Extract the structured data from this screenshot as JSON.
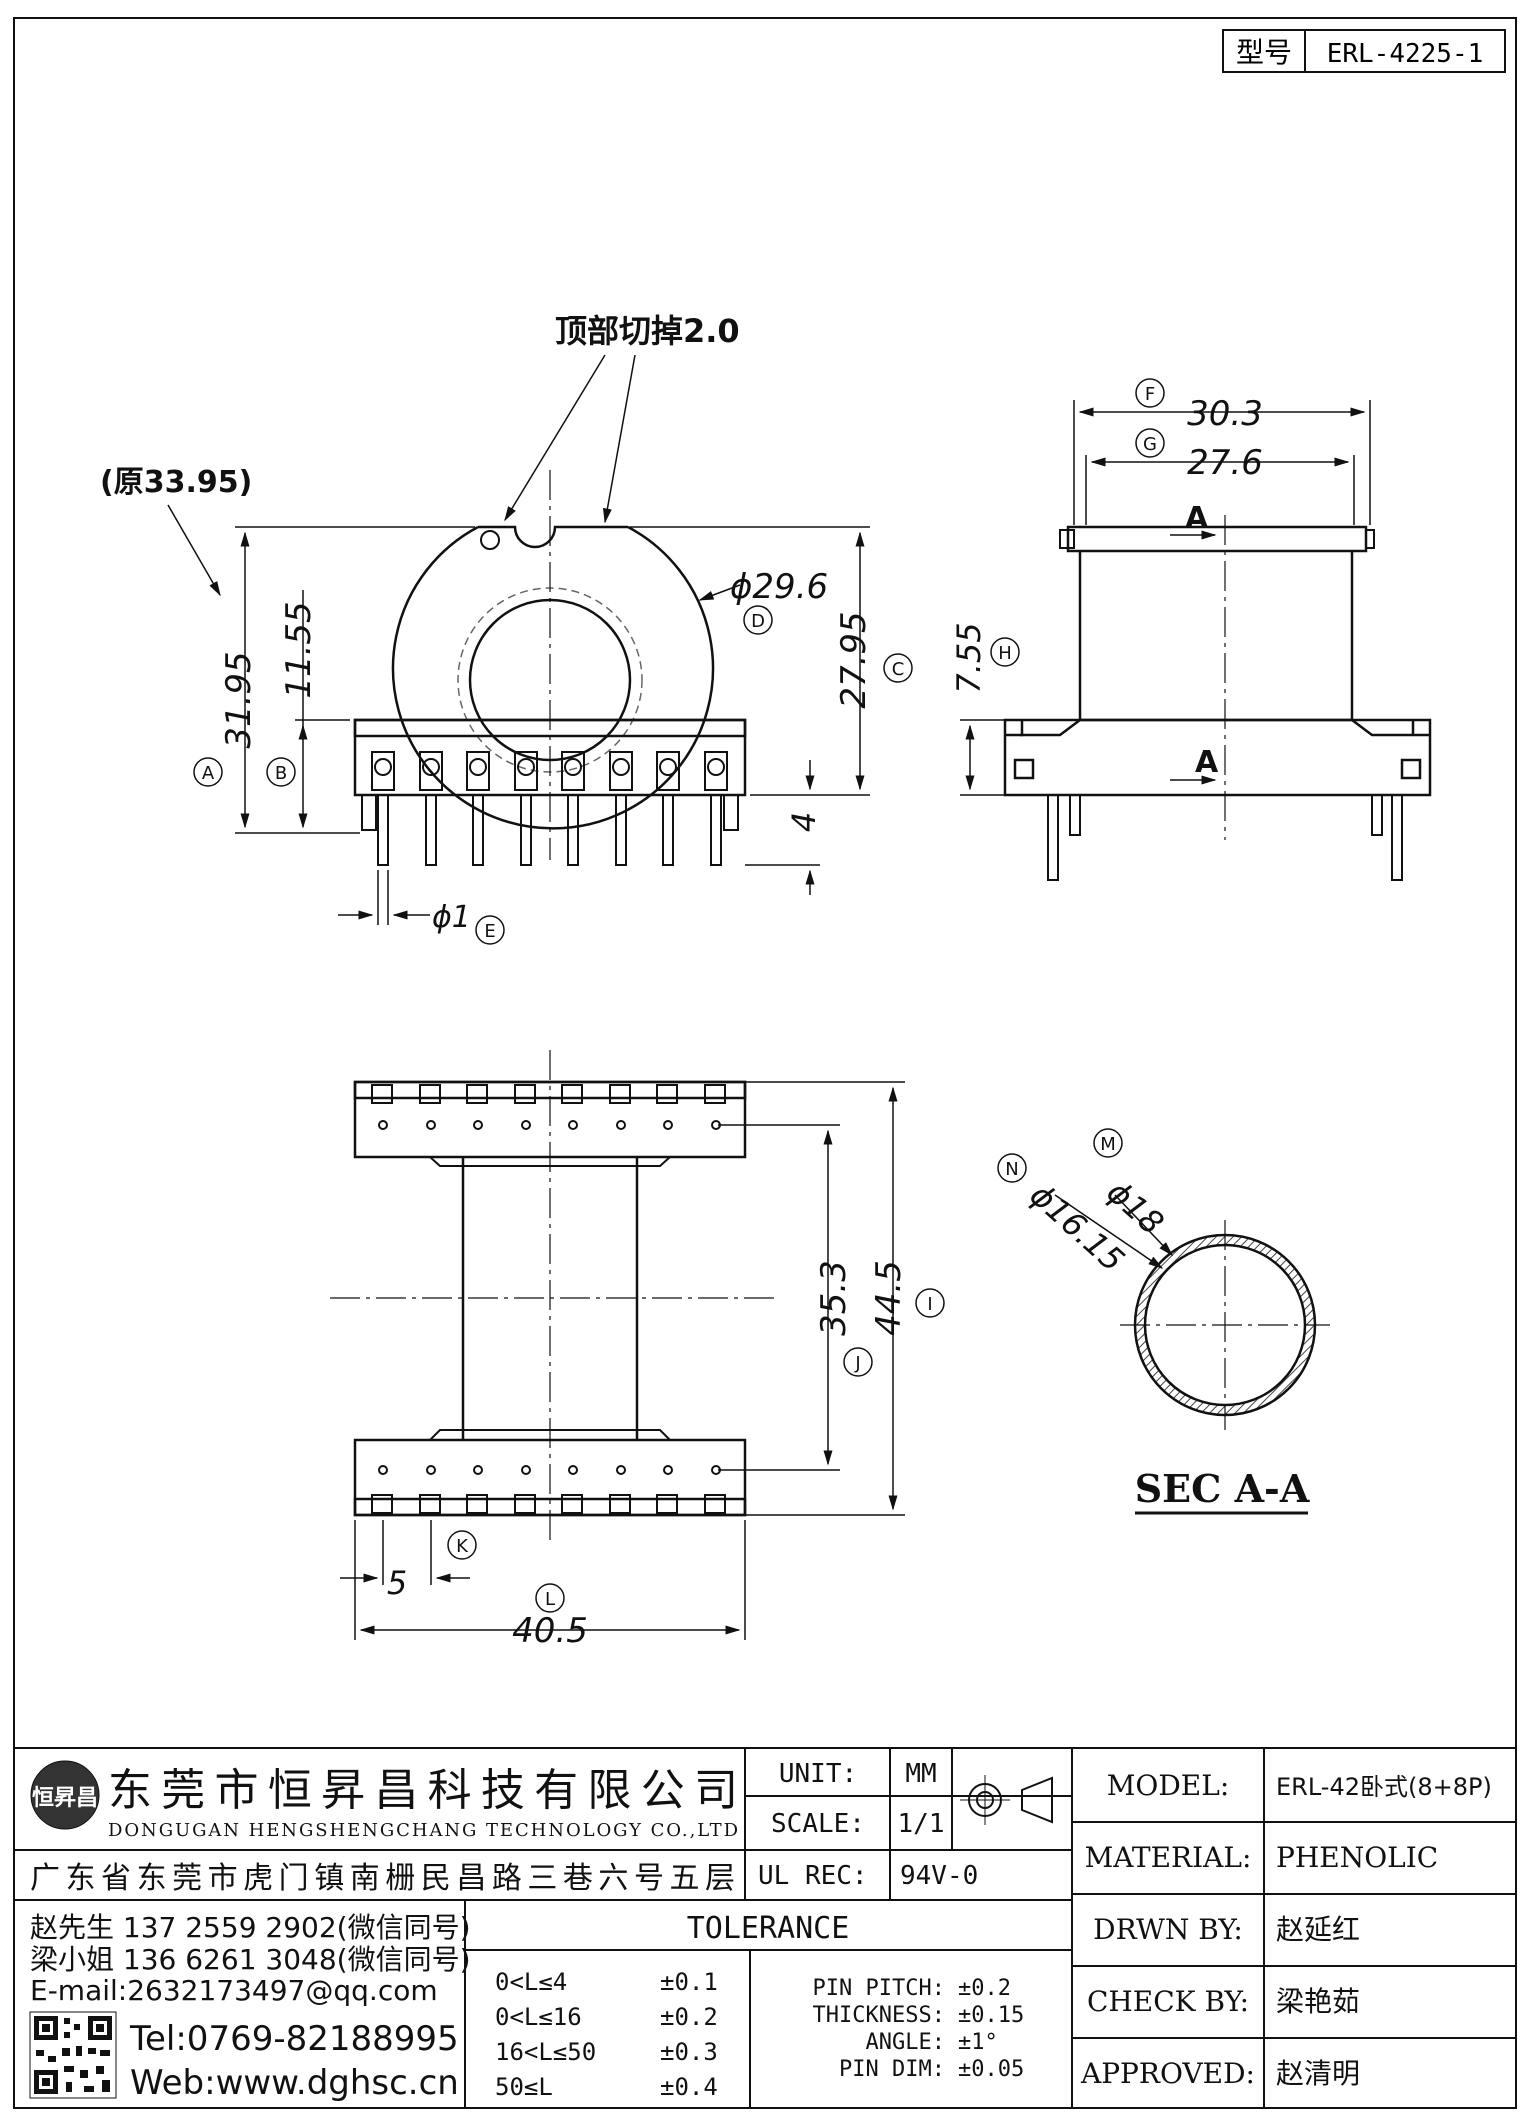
{
  "title_block_top": {
    "label_model": "型号",
    "model_code": "ERL-4225-1"
  },
  "drawing": {
    "note_cut": "顶部切掉2.0",
    "note_original": "(原33.95)",
    "front_view": {
      "dim_A": "31.95",
      "bubble_A": "A",
      "dim_B": "11.55",
      "bubble_B": "B",
      "dim_C": "27.95",
      "bubble_C": "C",
      "dim_D": "ϕ29.6",
      "bubble_D": "D",
      "dim_E": "ϕ1",
      "bubble_E": "E",
      "dim_pin": "4"
    },
    "side_view": {
      "dim_F": "30.3",
      "bubble_F": "F",
      "dim_G": "27.6",
      "bubble_G": "G",
      "dim_H": "7.55",
      "bubble_H": "H",
      "section_mark_top": "A",
      "section_mark_bottom": "A"
    },
    "bottom_view": {
      "dim_I": "44.5",
      "bubble_I": "I",
      "dim_J": "35.3",
      "bubble_J": "J",
      "dim_K": "5",
      "bubble_K": "K",
      "dim_L": "40.5",
      "bubble_L": "L"
    },
    "section": {
      "dim_M": "ϕ18",
      "bubble_M": "M",
      "dim_N": "ϕ16.15",
      "bubble_N": "N",
      "title": "SEC A-A"
    }
  },
  "company": {
    "name_cn": "东莞市恒昇昌科技有限公司",
    "name_en": "DONGUGAN HENGSHENGCHANG TECHNOLOGY CO.,LTD",
    "address": "广东省东莞市虎门镇南栅民昌路三巷六号五层",
    "logo_text": "恒昇昌",
    "contacts": [
      "赵先生 137 2559 2902(微信同号)",
      "梁小姐 136 6261 3048(微信同号)",
      "E-mail:2632173497@qq.com"
    ],
    "tel": "Tel:0769-82188995",
    "web": "Web:www.dghsc.cn"
  },
  "specs": {
    "unit_label": "UNIT:",
    "unit_value": "MM",
    "scale_label": "SCALE:",
    "scale_value": "1/1",
    "ulrec_label": "UL REC:",
    "ulrec_value": "94V-0"
  },
  "tolerance": {
    "title": "TOLERANCE",
    "rows": [
      {
        "range": "0<L≤4",
        "value": "±0.1"
      },
      {
        "range": "0<L≤16",
        "value": "±0.2"
      },
      {
        "range": "16<L≤50",
        "value": "±0.3"
      },
      {
        "range": "50≤L",
        "value": "±0.4"
      }
    ],
    "other": [
      {
        "label": "PIN PITCH:",
        "value": "±0.2"
      },
      {
        "label": "THICKNESS:",
        "value": "±0.15"
      },
      {
        "label": "ANGLE:",
        "value": "±1°"
      },
      {
        "label": "PIN DIM:",
        "value": "±0.05"
      }
    ]
  },
  "info": [
    {
      "label": "MODEL:",
      "value": "ERL-42卧式(8+8P)"
    },
    {
      "label": "MATERIAL:",
      "value": "PHENOLIC"
    },
    {
      "label": "DRWN BY:",
      "value": "赵延红"
    },
    {
      "label": "CHECK BY:",
      "value": "梁艳茹"
    },
    {
      "label": "APPROVED:",
      "value": "赵清明"
    }
  ],
  "colors": {
    "ink": "#111111",
    "paper": "#ffffff",
    "hatch": "#444444"
  }
}
